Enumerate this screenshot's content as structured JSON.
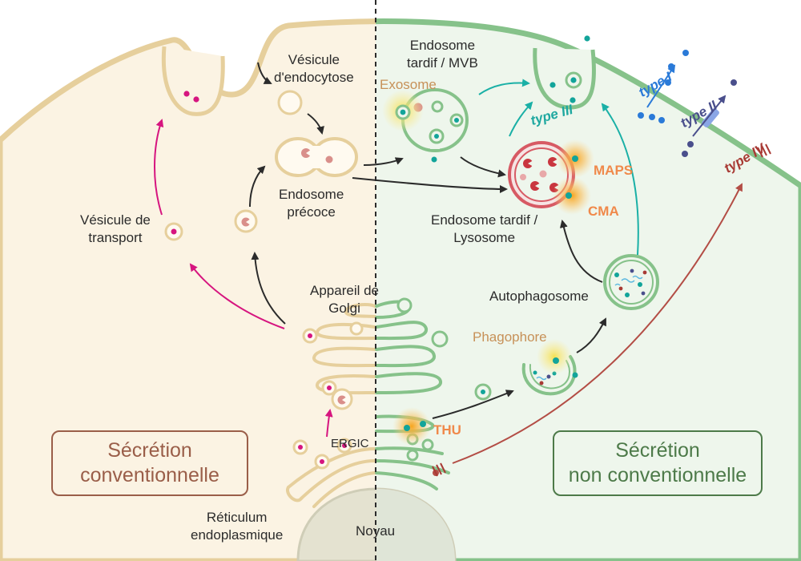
{
  "labels": {
    "vesicule_endocytose": "Vésicule\nd'endocytose",
    "endosome_tardif_mvb": "Endosome\ntardif / MVB",
    "exosome": "Exosome",
    "endosome_precoce": "Endosome\nprécoce",
    "vesicule_transport": "Vésicule de\ntransport",
    "endosome_tardif_lysosome": "Endosome tardif /\nLysosome",
    "maps": "MAPS",
    "cma": "CMA",
    "type_i": "type I",
    "type_ii": "type II",
    "type_iii": "type III",
    "type_iv": "type IV",
    "autophagosome": "Autophagosome",
    "appareil_golgi": "Appareil de\nGolgi",
    "phagophore": "Phagophore",
    "thu": "THU",
    "ergic": "ERGIC",
    "reticulum": "Réticulum\nendoplasmique",
    "noyau": "Noyau"
  },
  "panels": {
    "conventional": "Sécrétion\nconventionnelle",
    "nonconventional": "Sécrétion\nnon conventionnelle"
  },
  "colors": {
    "left_cytoplasm": "#fbf3e3",
    "right_cytoplasm": "#eef6ec",
    "membrane_left": "#e6cf9c",
    "membrane_right": "#86c28a",
    "cargo_magenta": "#d6157f",
    "cargo_teal": "#12a49a",
    "lysosome_red": "#d75a64",
    "type_i_blue": "#2a7ad8",
    "type_ii_indigo": "#4a4f8c",
    "type_iv_red": "#a83a34"
  }
}
